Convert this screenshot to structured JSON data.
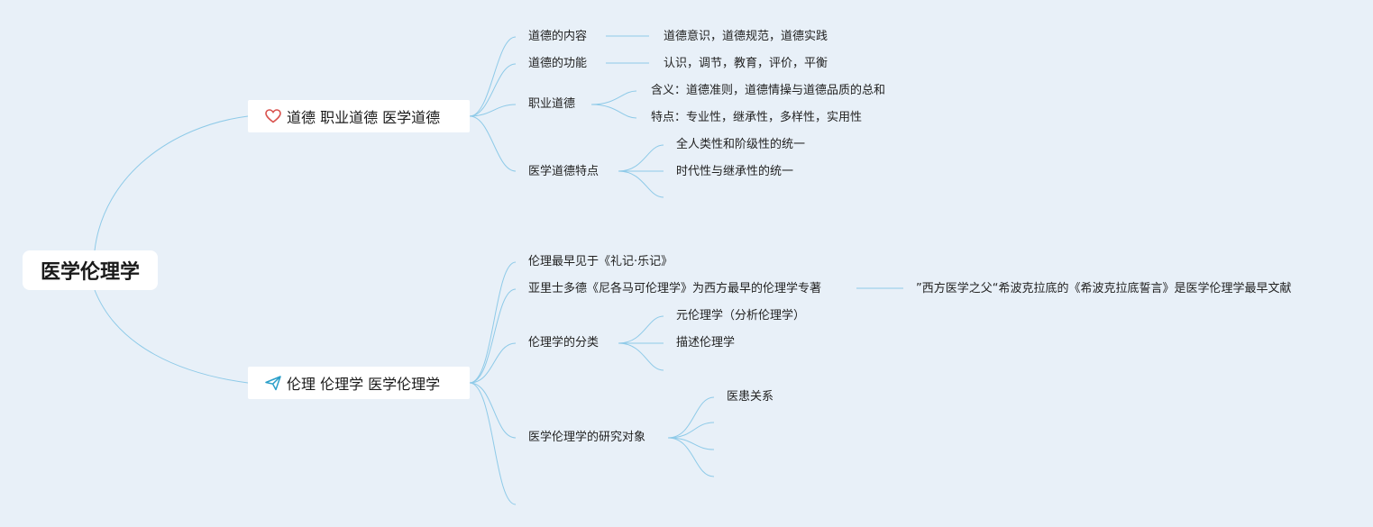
{
  "root": {
    "label": "医学伦理学"
  },
  "branch1": {
    "label": "道德 职业道德 医学道德",
    "icon": "heart-icon",
    "icon_color": "#d9534f",
    "items": {
      "content": {
        "label": "道德的内容",
        "detail": "道德意识，道德规范，道德实践"
      },
      "function": {
        "label": "道德的功能",
        "detail": "认识，调节，教育，评价，平衡"
      },
      "professional": {
        "label": "职业道德",
        "meaning": "含义：道德准则，道德情操与道德品质的总和",
        "features": "特点：专业性，继承性，多样性，实用性"
      },
      "medical": {
        "label": "医学道德特点",
        "points": [
          "全人类性和阶级性的统一",
          "时代性与继承性的统一"
        ]
      }
    }
  },
  "branch2": {
    "label": "伦理 伦理学 医学伦理学",
    "icon": "paper-plane-icon",
    "icon_color": "#2a9fc9",
    "items": {
      "origin": {
        "label": "伦理最早见于《礼记·乐记》"
      },
      "aristotle": {
        "label": "亚里士多德《尼各马可伦理学》为西方最早的伦理学专著",
        "detail": "”西方医学之父“希波克拉底的《希波克拉底誓言》是医学伦理学最早文献"
      },
      "classification": {
        "label": "伦理学的分类",
        "points": [
          "元伦理学（分析伦理学）",
          "描述伦理学"
        ]
      },
      "objects": {
        "label": "医学伦理学的研究对象",
        "points": [
          "医患关系"
        ]
      }
    }
  },
  "colors": {
    "background": "#e8f0f8",
    "link": "#8ecae8",
    "node": "#ffffff"
  }
}
